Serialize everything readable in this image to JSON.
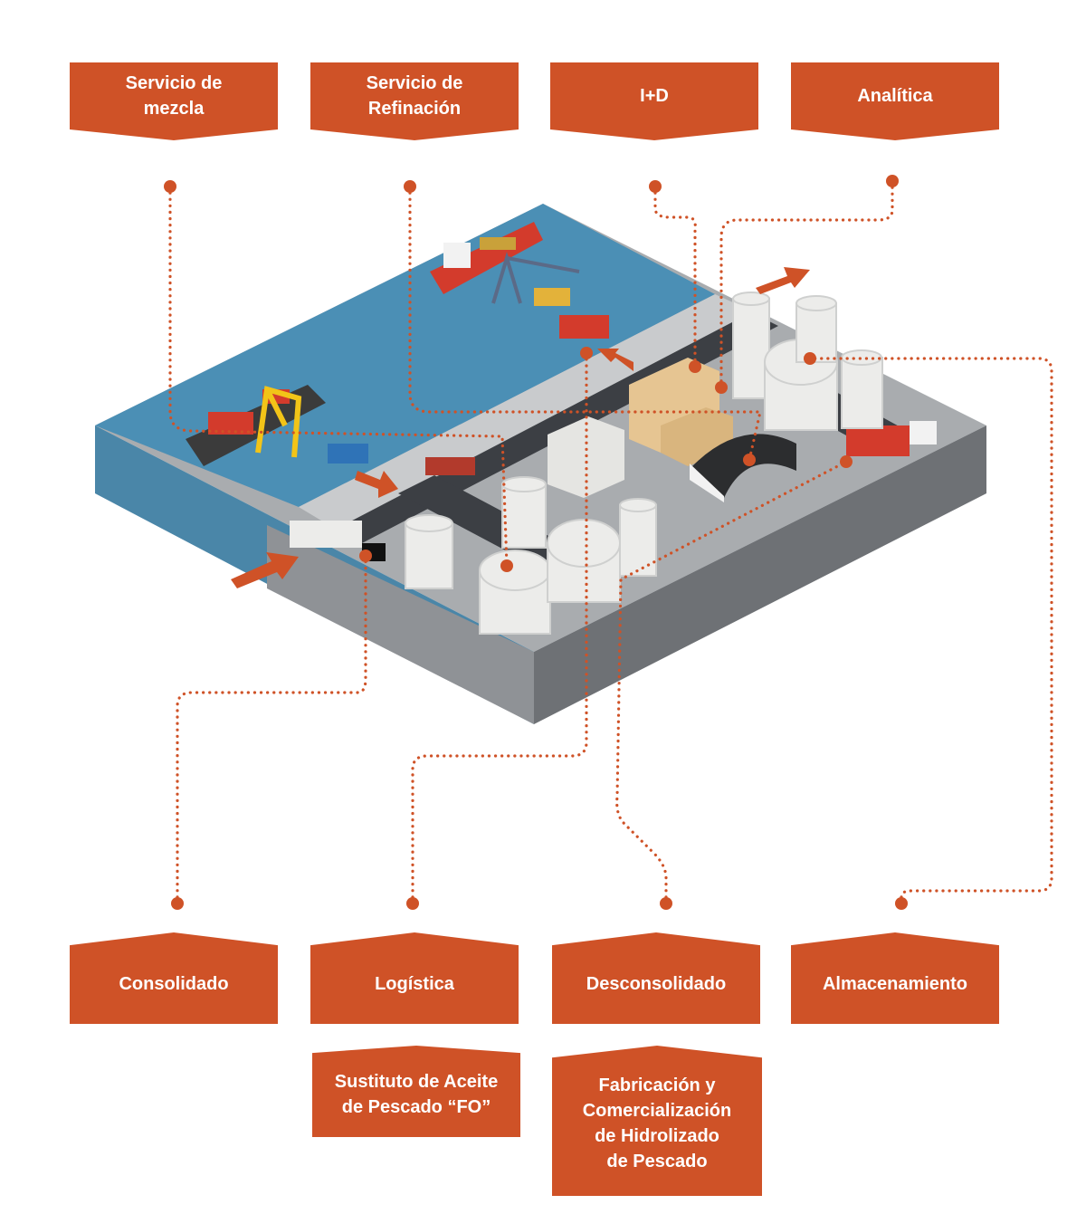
{
  "colors": {
    "accent": "#cf5227",
    "water": "#4b8fb5",
    "ground": "#a9acaf",
    "road": "#3c3f44",
    "tank": "#ececea"
  },
  "top_labels": [
    {
      "key": "mezcla",
      "text": "Servicio de\nmezcla"
    },
    {
      "key": "refinacion",
      "text": "Servicio de\nRefinación"
    },
    {
      "key": "id",
      "text": "I+D"
    },
    {
      "key": "analitica",
      "text": "Analítica"
    }
  ],
  "bottom_labels": [
    {
      "key": "consolidado",
      "text": "Consolidado"
    },
    {
      "key": "logistica",
      "text": "Logística"
    },
    {
      "key": "desconsolidado",
      "text": "Desconsolidado"
    },
    {
      "key": "almacenamiento",
      "text": "Almacenamiento"
    }
  ],
  "sub_labels": [
    {
      "key": "sustituto",
      "text": "Sustituto de Aceite\nde Pescado “FO”"
    },
    {
      "key": "hidrolizado",
      "text": "Fabricación y\nComercialización\nde Hidrolizado\nde Pescado"
    }
  ],
  "icons": [
    "container-ship-icon",
    "port-crane-icon",
    "truck-icon",
    "storage-tank-icon",
    "office-building-icon",
    "warehouse-icon",
    "flow-arrow-icon"
  ]
}
